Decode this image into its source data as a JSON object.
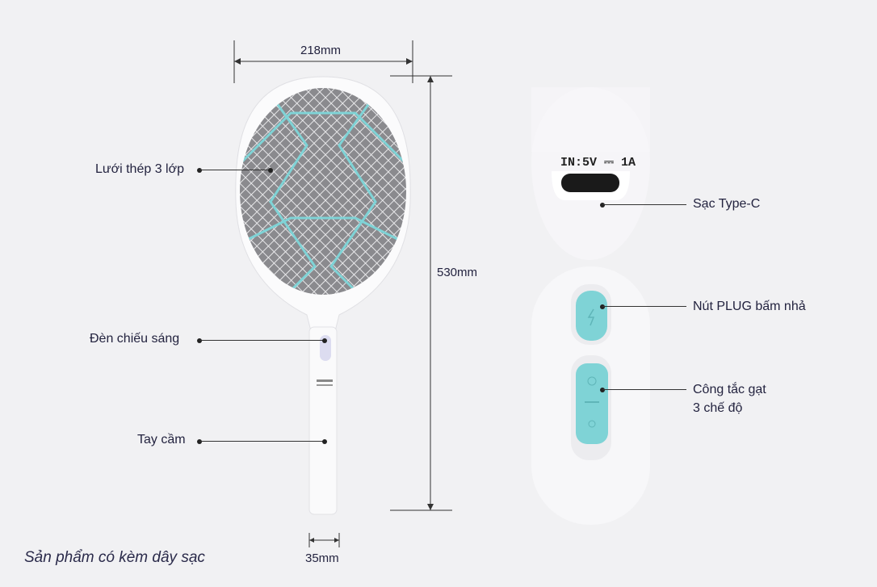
{
  "dimensions": {
    "width": "218mm",
    "height": "530mm",
    "handle_width": "35mm"
  },
  "labels": {
    "mesh": "Lưới thép 3 lớp",
    "light": "Đèn chiếu sáng",
    "handle": "Tay cầm",
    "charging": "Sạc Type-C",
    "plug_button": "Nút PLUG bấm nhả",
    "switch_line1": "Công tắc gạt",
    "switch_line2": "3 chế độ"
  },
  "port_marking": "IN:5V ⎓ 1A",
  "note": "Sản phẩm có kèm dây sạc",
  "colors": {
    "accent": "#7fd3d6",
    "text": "#23233f",
    "background": "#f1f1f3"
  }
}
